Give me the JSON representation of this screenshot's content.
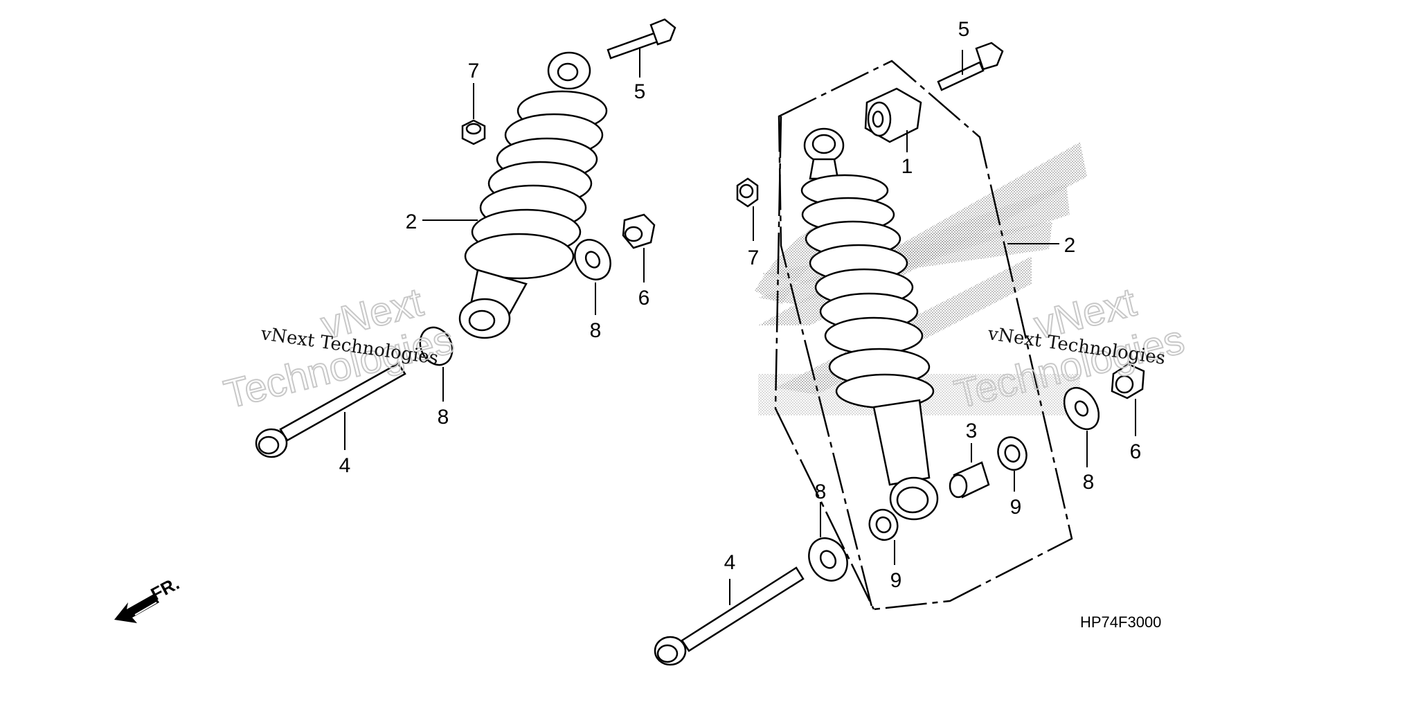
{
  "diagram_code": "HP74F3000",
  "direction_label": "FR.",
  "watermark": {
    "line1": "vNext",
    "line2": "Technologies",
    "serif_text": "vNext Technologies"
  },
  "callouts": {
    "left_7": "7",
    "left_5": "5",
    "left_2": "2",
    "left_8a": "8",
    "left_6": "6",
    "left_8b": "8",
    "left_4": "4",
    "right_5": "5",
    "right_1": "1",
    "right_7": "7",
    "right_2": "2",
    "right_6": "6",
    "right_8a": "8",
    "right_3": "3",
    "right_9a": "9",
    "right_8b": "8",
    "right_9b": "9",
    "right_4": "4"
  }
}
